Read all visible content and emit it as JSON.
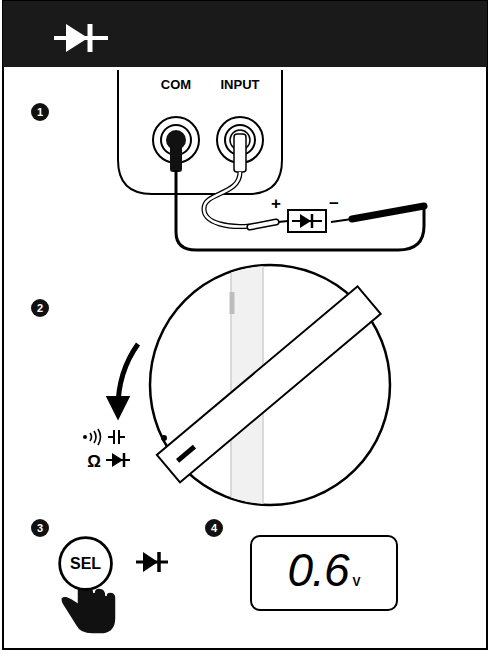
{
  "diagram": {
    "nodes": [
      {
        "text": [
          "SEL"
        ]
      },
      {
        "text": [
          "0.6",
          "V"
        ]
      }
    ],
    "labels": [
      "COM",
      "INPUT",
      "+",
      "−",
      "1",
      "2",
      "3",
      "4",
      "Ω"
    ]
  }
}
